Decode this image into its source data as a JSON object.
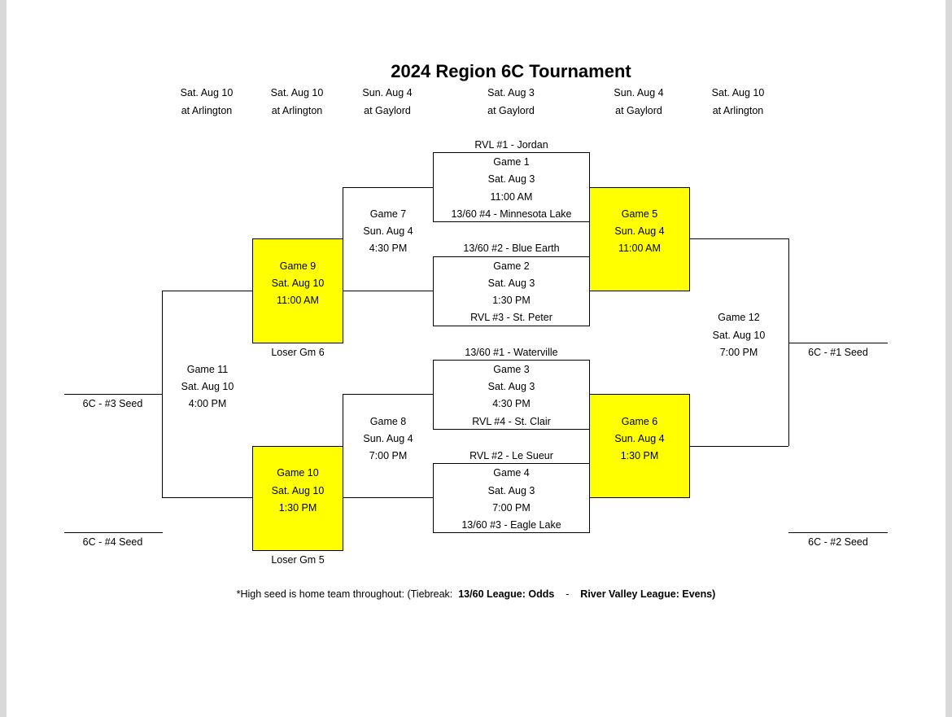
{
  "title": "2024 Region 6C Tournament",
  "columns": [
    {
      "date": "Sat. Aug 10",
      "venue": "at Arlington"
    },
    {
      "date": "Sat. Aug 10",
      "venue": "at Arlington"
    },
    {
      "date": "Sun. Aug 4",
      "venue": "at Gaylord"
    },
    {
      "date": "Sat. Aug 3",
      "venue": "at Gaylord"
    },
    {
      "date": "Sun. Aug 4",
      "venue": "at Gaylord"
    },
    {
      "date": "Sat. Aug 10",
      "venue": "at Arlington"
    }
  ],
  "games": {
    "g1": {
      "name": "Game 1",
      "date": "Sat. Aug 3",
      "time": "11:00 AM",
      "top": "RVL #1 - Jordan",
      "bottom": "13/60 #4 - Minnesota Lake"
    },
    "g2": {
      "name": "Game 2",
      "date": "Sat. Aug 3",
      "time": "1:30 PM",
      "top": "13/60 #2 - Blue Earth",
      "bottom": "RVL #3 - St. Peter"
    },
    "g3": {
      "name": "Game 3",
      "date": "Sat. Aug 3",
      "time": "4:30 PM",
      "top": "13/60 #1 - Waterville",
      "bottom": "RVL #4 - St. Clair"
    },
    "g4": {
      "name": "Game 4",
      "date": "Sat. Aug 3",
      "time": "7:00 PM",
      "top": "RVL #2 - Le Sueur",
      "bottom": "13/60 #3 - Eagle Lake"
    },
    "g5": {
      "name": "Game 5",
      "date": "Sun. Aug 4",
      "time": "11:00 AM"
    },
    "g6": {
      "name": "Game 6",
      "date": "Sun. Aug 4",
      "time": "1:30 PM"
    },
    "g7": {
      "name": "Game 7",
      "date": "Sun. Aug 4",
      "time": "4:30 PM"
    },
    "g8": {
      "name": "Game 8",
      "date": "Sun. Aug 4",
      "time": "7:00 PM"
    },
    "g9": {
      "name": "Game 9",
      "date": "Sat. Aug 10",
      "time": "11:00 AM",
      "loser": "Loser Gm 6"
    },
    "g10": {
      "name": "Game 10",
      "date": "Sat. Aug 10",
      "time": "1:30 PM",
      "loser": "Loser Gm 5"
    },
    "g11": {
      "name": "Game 11",
      "date": "Sat. Aug 10",
      "time": "4:00 PM"
    },
    "g12": {
      "name": "Game 12",
      "date": "Sat. Aug 10",
      "time": "7:00 PM"
    }
  },
  "seeds": {
    "s1": "6C - #1 Seed",
    "s2": "6C - #2 Seed",
    "s3": "6C - #3 Seed",
    "s4": "6C - #4 Seed"
  },
  "footnote": {
    "prefix": "*High seed is home team throughout: (Tiebreak:  ",
    "league1": "13/60 League: Odds",
    "sep": "    -    ",
    "league2": "River Valley League: Evens)"
  },
  "colors": {
    "highlight": "#ffff00",
    "line": "#000000",
    "page": "#ffffff"
  }
}
